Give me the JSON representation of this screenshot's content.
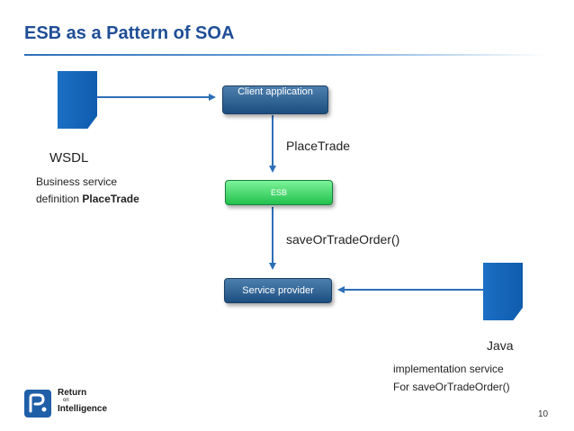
{
  "slide": {
    "title": "ESB as a Pattern of SOA",
    "page_number": "10"
  },
  "diagram": {
    "boxes": {
      "client": "Client application",
      "esb": "ESB",
      "provider": "Service provider"
    },
    "labels": {
      "wsdl": "WSDL",
      "business_line1": "Business service",
      "business_line2_prefix": "definition",
      "business_line2_bold": "PlaceTrade",
      "place_trade": "PlaceTrade",
      "save_or_trade": "saveOrTradeOrder()",
      "java": "Java",
      "impl_line1": "implementation service",
      "impl_line2": "For saveOrTradeOrder()"
    },
    "colors": {
      "box_blue": "#1c4f80",
      "box_green": "#22c24e",
      "arrow": "#2e6fb8",
      "document": "#0f5cae",
      "title": "#1f4e96"
    }
  },
  "logo": {
    "line1": "Return",
    "line2": "on",
    "line3": "Intelligence"
  }
}
